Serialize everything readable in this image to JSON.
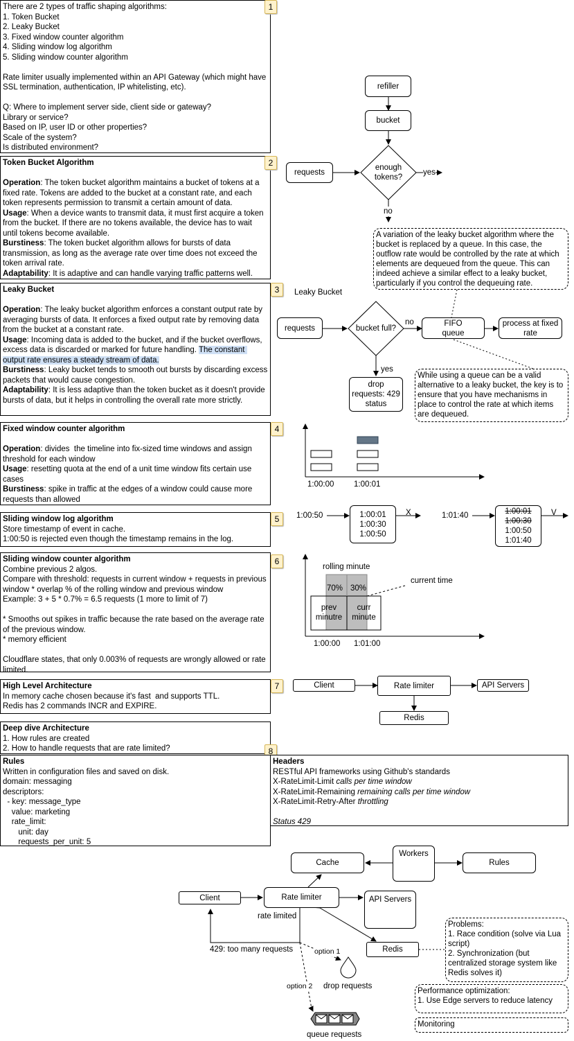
{
  "notes": {
    "n1": "There are 2 types of traffic shaping algorithms:\n1. Token Bucket\n2. Leaky Bucket\n3. Fixed window counter algorithm\n4. Sliding window log algorithm\n5. Sliding window counter algorithm\n\nRate limiter usually implemented within an API Gateway (which might have SSL termination, authentication, IP whitelisting, etc).\n\nQ: Where to implement server side, client side or gateway?\nLibrary or service?\nBased on IP, user ID or other properties?\nScale of the system?\nIs distributed environment?",
    "n2": {
      "title": "Token Bucket Algorithm",
      "operation_label": "Operation",
      "operation": ": The token bucket algorithm maintains a bucket of tokens at a fixed rate. Tokens are added to the bucket at a constant rate, and each token represents permission to transmit a certain amount of data.",
      "usage_label": "Usage",
      "usage": ": When a device wants to transmit data, it must first acquire a token from the bucket. If there are no tokens available, the device has to wait until tokens become available.",
      "burstiness_label": "Burstiness",
      "burstiness": ": The token bucket algorithm allows for bursts of data transmission, as long as the average rate over time does not exceed the token arrival rate.",
      "adaptability_label": "Adaptability",
      "adaptability": ": It is adaptive and can handle varying traffic patterns well."
    },
    "n3": {
      "title": "Leaky Bucket",
      "operation_label": "Operation",
      "operation": ": The leaky bucket algorithm enforces a constant output rate by averaging bursts of data. It enforces a fixed output rate by removing data from the bucket at a constant rate.",
      "usage_label": "Usage",
      "usage": ": Incoming data is added to the bucket, and if the bucket overflows, excess data is discarded or marked for future handling. ",
      "usage_highlight": "The constant output rate ensures a steady stream of data.",
      "burstiness_label": "Burstiness",
      "burstiness": ": Leaky bucket tends to smooth out bursts by discarding excess packets that would cause congestion.",
      "adaptability_label": "Adaptability",
      "adaptability": ": It is less adaptive than the token bucket as it doesn't provide bursts of data, but it helps in controlling the overall rate more strictly."
    },
    "n4": {
      "title": "Fixed window counter algorithm",
      "operation_label": "Operation",
      "operation": ": divides  the timeline into fix-sized time windows and assign threshold for each window",
      "usage_label": "Usage",
      "usage": ": resetting quota at the end of a unit time window fits certain use cases",
      "burstiness_label": "Burstiness",
      "burstiness": ": spike in traffic at the edges of a window could cause more requests than allowed"
    },
    "n5": {
      "title": "Sliding window log algorithm",
      "body": "Store timestamp of event in cache.\n1:00:50 is rejected even though the timestamp remains in the log."
    },
    "n6": {
      "title": "Sliding window counter algorithm",
      "body": "Combine previous 2 algos.\nCompare with threshold: requests in current window + requests in previous window * overlap % of the rolling window and previous window\nExample: 3 + 5 * 0.7% = 6.5 requests (1 more to limit of 7)\n\n* Smooths out spikes in traffic because the rate based on the average rate of the previous window.\n* memory efficient\n\nCloudflare states, that only 0.003% of requests are wrongly allowed or rate limited."
    },
    "n7": {
      "title": "High Level Architecture",
      "body": "In memory cache chosen because it's fast  and supports TTL.\nRedis has 2 commands INCR and EXPIRE."
    },
    "deep_dive": {
      "title": "Deep dive Architecture",
      "body": "1. How rules are created\n2. How to handle requests that are rate limited?"
    },
    "rules": {
      "title": "Rules",
      "body": "Written in configuration files and saved on disk.\ndomain: messaging\ndescriptors:\n  - key: message_type\n    value: marketing\n    rate_limit:\n       unit: day\n       requests_per_unit: 5"
    },
    "headers": {
      "title": "Headers",
      "line1": "RESTful API frameworks using Github's standards",
      "h1": "X-RateLimit-Limit ",
      "h1i": "calls per time window",
      "h2": "X-RateLimit-Remaining ",
      "h2i": "remaining calls per time window",
      "h3": "X-RateLimit-Retry-After ",
      "h3i": "throttling",
      "status": "Status 429"
    }
  },
  "tags": [
    "1",
    "2",
    "3",
    "4",
    "5",
    "6",
    "7",
    "8"
  ],
  "token_bucket": {
    "refiller": "refiller",
    "bucket": "bucket",
    "requests": "requests",
    "decision": "enough\ntokens?",
    "yes": "yes",
    "no": "no",
    "queue_note": "A variation of the leaky bucket algorithm where the bucket is replaced by a queue. In this case, the outflow rate would be controlled by the rate at which elements are dequeued from the queue. This can indeed achieve a similar effect to a leaky bucket, particularly if you control the dequeuing rate."
  },
  "leaky_bucket": {
    "label": "Leaky Bucket",
    "requests": "requests",
    "decision": "bucket full?",
    "no": "no",
    "yes": "yes",
    "queue": "FIFO\nqueue",
    "process": "process at fixed\nrate",
    "drop": "drop\nrequests: 429\nstatus",
    "queue_note": "While using a queue can be a valid alternative to a leaky bucket, the key is to ensure that you have mechanisms in place to control the rate at which items are dequeued."
  },
  "fixed_window": {
    "t0": "1:00:00",
    "t1": "1:00:01"
  },
  "sliding_log": {
    "t_a": "1:00:50",
    "log_a": [
      "1:00:01",
      "1:00:30",
      "1:00:50"
    ],
    "mark_a": "X",
    "t_b": "1:01:40",
    "log_b_removed": [
      "1:00:01",
      "1:00:30"
    ],
    "log_b": [
      "1:00:50",
      "1:01:40"
    ],
    "mark_b": "V"
  },
  "sliding_counter": {
    "rolling": "rolling minute",
    "p70": "70%",
    "p30": "30%",
    "current_time": "current time",
    "prev": "prev\nminutre",
    "curr": "curr\nminute",
    "t0": "1:00:00",
    "t1": "1:01:00"
  },
  "high_level": {
    "client": "Client",
    "rate_limiter": "Rate limiter",
    "api": "API Servers",
    "redis": "Redis"
  },
  "deep_arch": {
    "cache": "Cache",
    "workers": "Workers",
    "rules": "Rules",
    "client": "Client",
    "rate_limiter": "Rate limiter",
    "api": "API Servers",
    "redis": "Redis",
    "rate_limited": "rate limited",
    "too_many": "429: too many requests",
    "option1": "option 1",
    "option2": "option 2",
    "drop": "drop requests",
    "queue": "queue requests",
    "problems": "Problems:\n1. Race condition (solve via Lua script)\n2. Synchronization (but centralized storage system like Redis solves it)",
    "perf": "Performance optimization:\n1. Use Edge servers to reduce latency",
    "monitoring": "Monitoring"
  },
  "colors": {
    "tag_fill": "#fff2cc",
    "tag_stroke": "#d6b656",
    "highlight": "#cfe0f5",
    "window_fill": "#bdbdbd",
    "bar_fill": "#647687"
  }
}
